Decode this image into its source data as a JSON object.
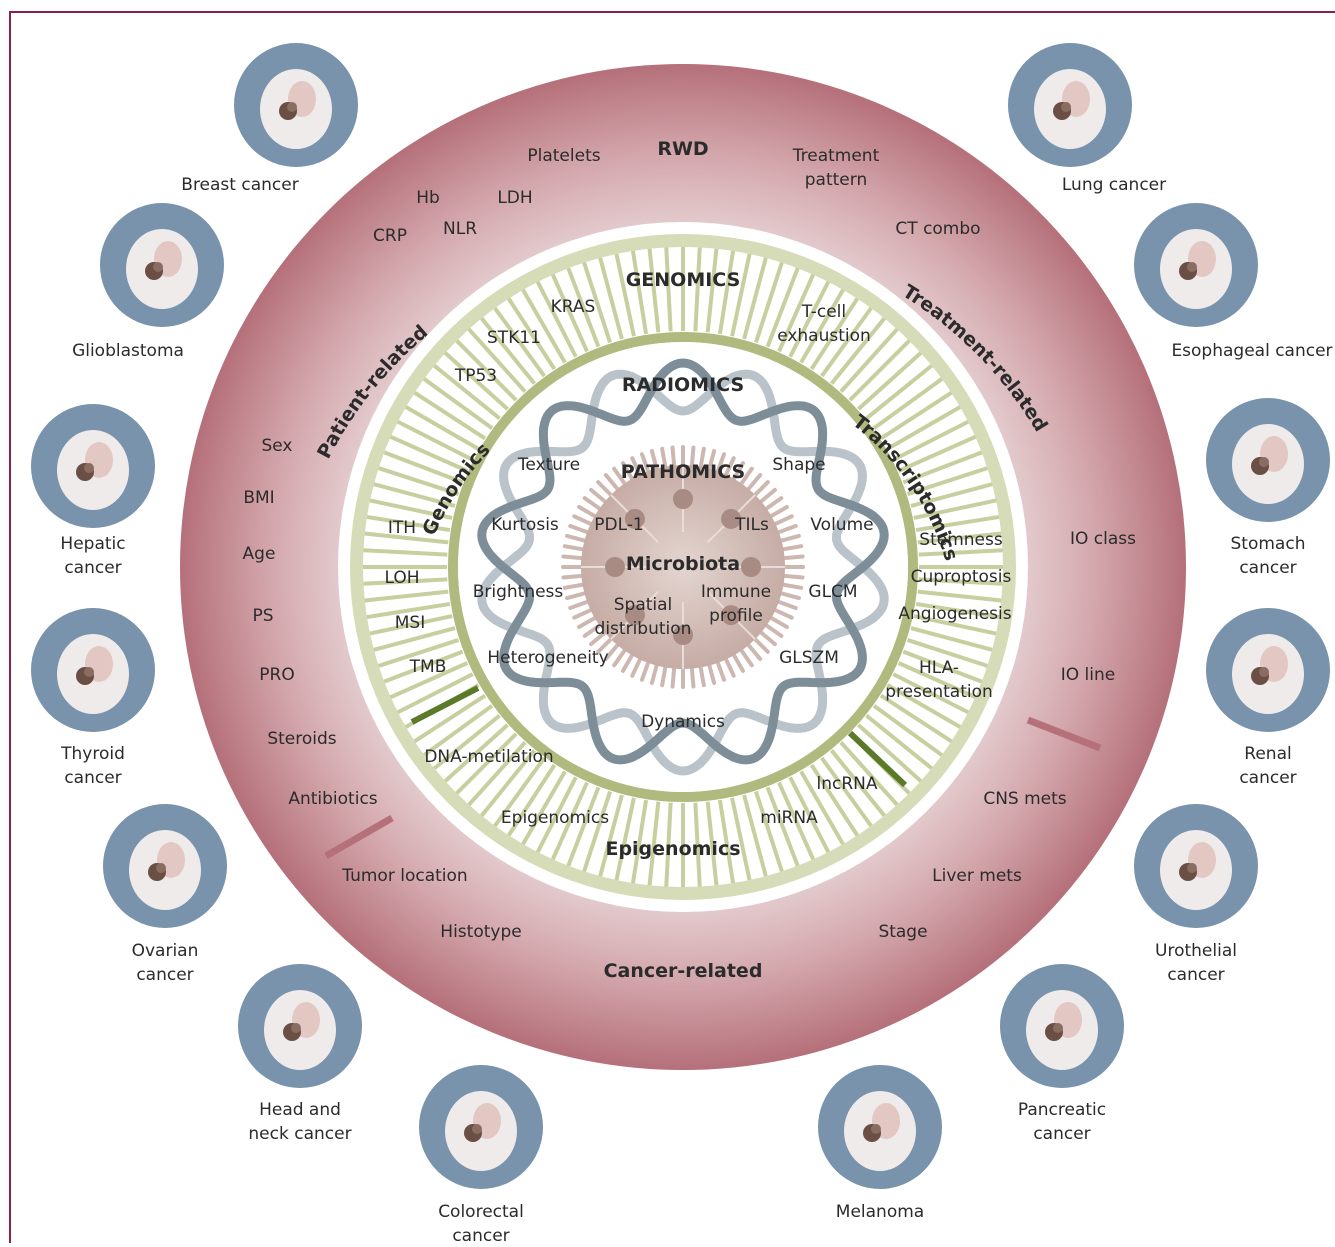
{
  "colors": {
    "frame": "#8a2150",
    "rwd_ring": "#b5707a",
    "rwd_ring_inner": "#d9bcc0",
    "omics_ring": "#c7cf9f",
    "omics_ring_dark": "#9fac6b",
    "omics_accent": "#5a7a2a",
    "radiomics_wave_dark": "#7d8e98",
    "radiomics_wave_light": "#b9c3c9",
    "pathomics_fill": "#cdb7b1",
    "icon_bg": "#7893ab"
  },
  "rwd": {
    "title": "RWD",
    "sections": {
      "patient": "Patient-related",
      "treatment": "Treatment-related",
      "cancer": "Cancer-related"
    },
    "items": [
      "Platelets",
      "Treatment pattern",
      "Hb",
      "LDH",
      "CRP",
      "NLR",
      "CT combo",
      "Sex",
      "BMI",
      "Age",
      "PS",
      "PRO",
      "Steroids",
      "Antibiotics",
      "IO class",
      "IO line",
      "CNS mets",
      "Liver mets",
      "Stage",
      "Tumor location",
      "Histotype"
    ]
  },
  "omics": {
    "sections": {
      "genomics_top": "GENOMICS",
      "genomics_side": "Genomics",
      "transcriptomics": "Transcriptomics",
      "epigenomics": "Epigenomics"
    },
    "items": [
      "KRAS",
      "STK11",
      "TP53",
      "ITH",
      "LOH",
      "MSI",
      "TMB",
      "T-cell exhaustion",
      "Stemness",
      "Cuproptosis",
      "Angiogenesis",
      "HLA-presentation",
      "DNA-metilation",
      "Epigenomics",
      "miRNA",
      "lncRNA"
    ]
  },
  "radiomics": {
    "title": "RADIOMICS",
    "items": [
      "Texture",
      "Shape",
      "Kurtosis",
      "Volume",
      "Brightness",
      "GLCM",
      "Heterogeneity",
      "GLSZM",
      "Dynamics"
    ]
  },
  "pathomics": {
    "title": "PATHOMICS",
    "center": "Microbiota",
    "items": [
      "PDL-1",
      "TILs",
      "Immune profile",
      "Spatial distribution"
    ]
  },
  "cancers": [
    "Breast cancer",
    "Lung cancer",
    "Glioblastoma",
    "Esophageal cancer",
    "Hepatic cancer",
    "Stomach cancer",
    "Thyroid cancer",
    "Renal cancer",
    "Ovarian cancer",
    "Urothelial cancer",
    "Head and neck cancer",
    "Pancreatic cancer",
    "Colorectal cancer",
    "Melanoma"
  ]
}
